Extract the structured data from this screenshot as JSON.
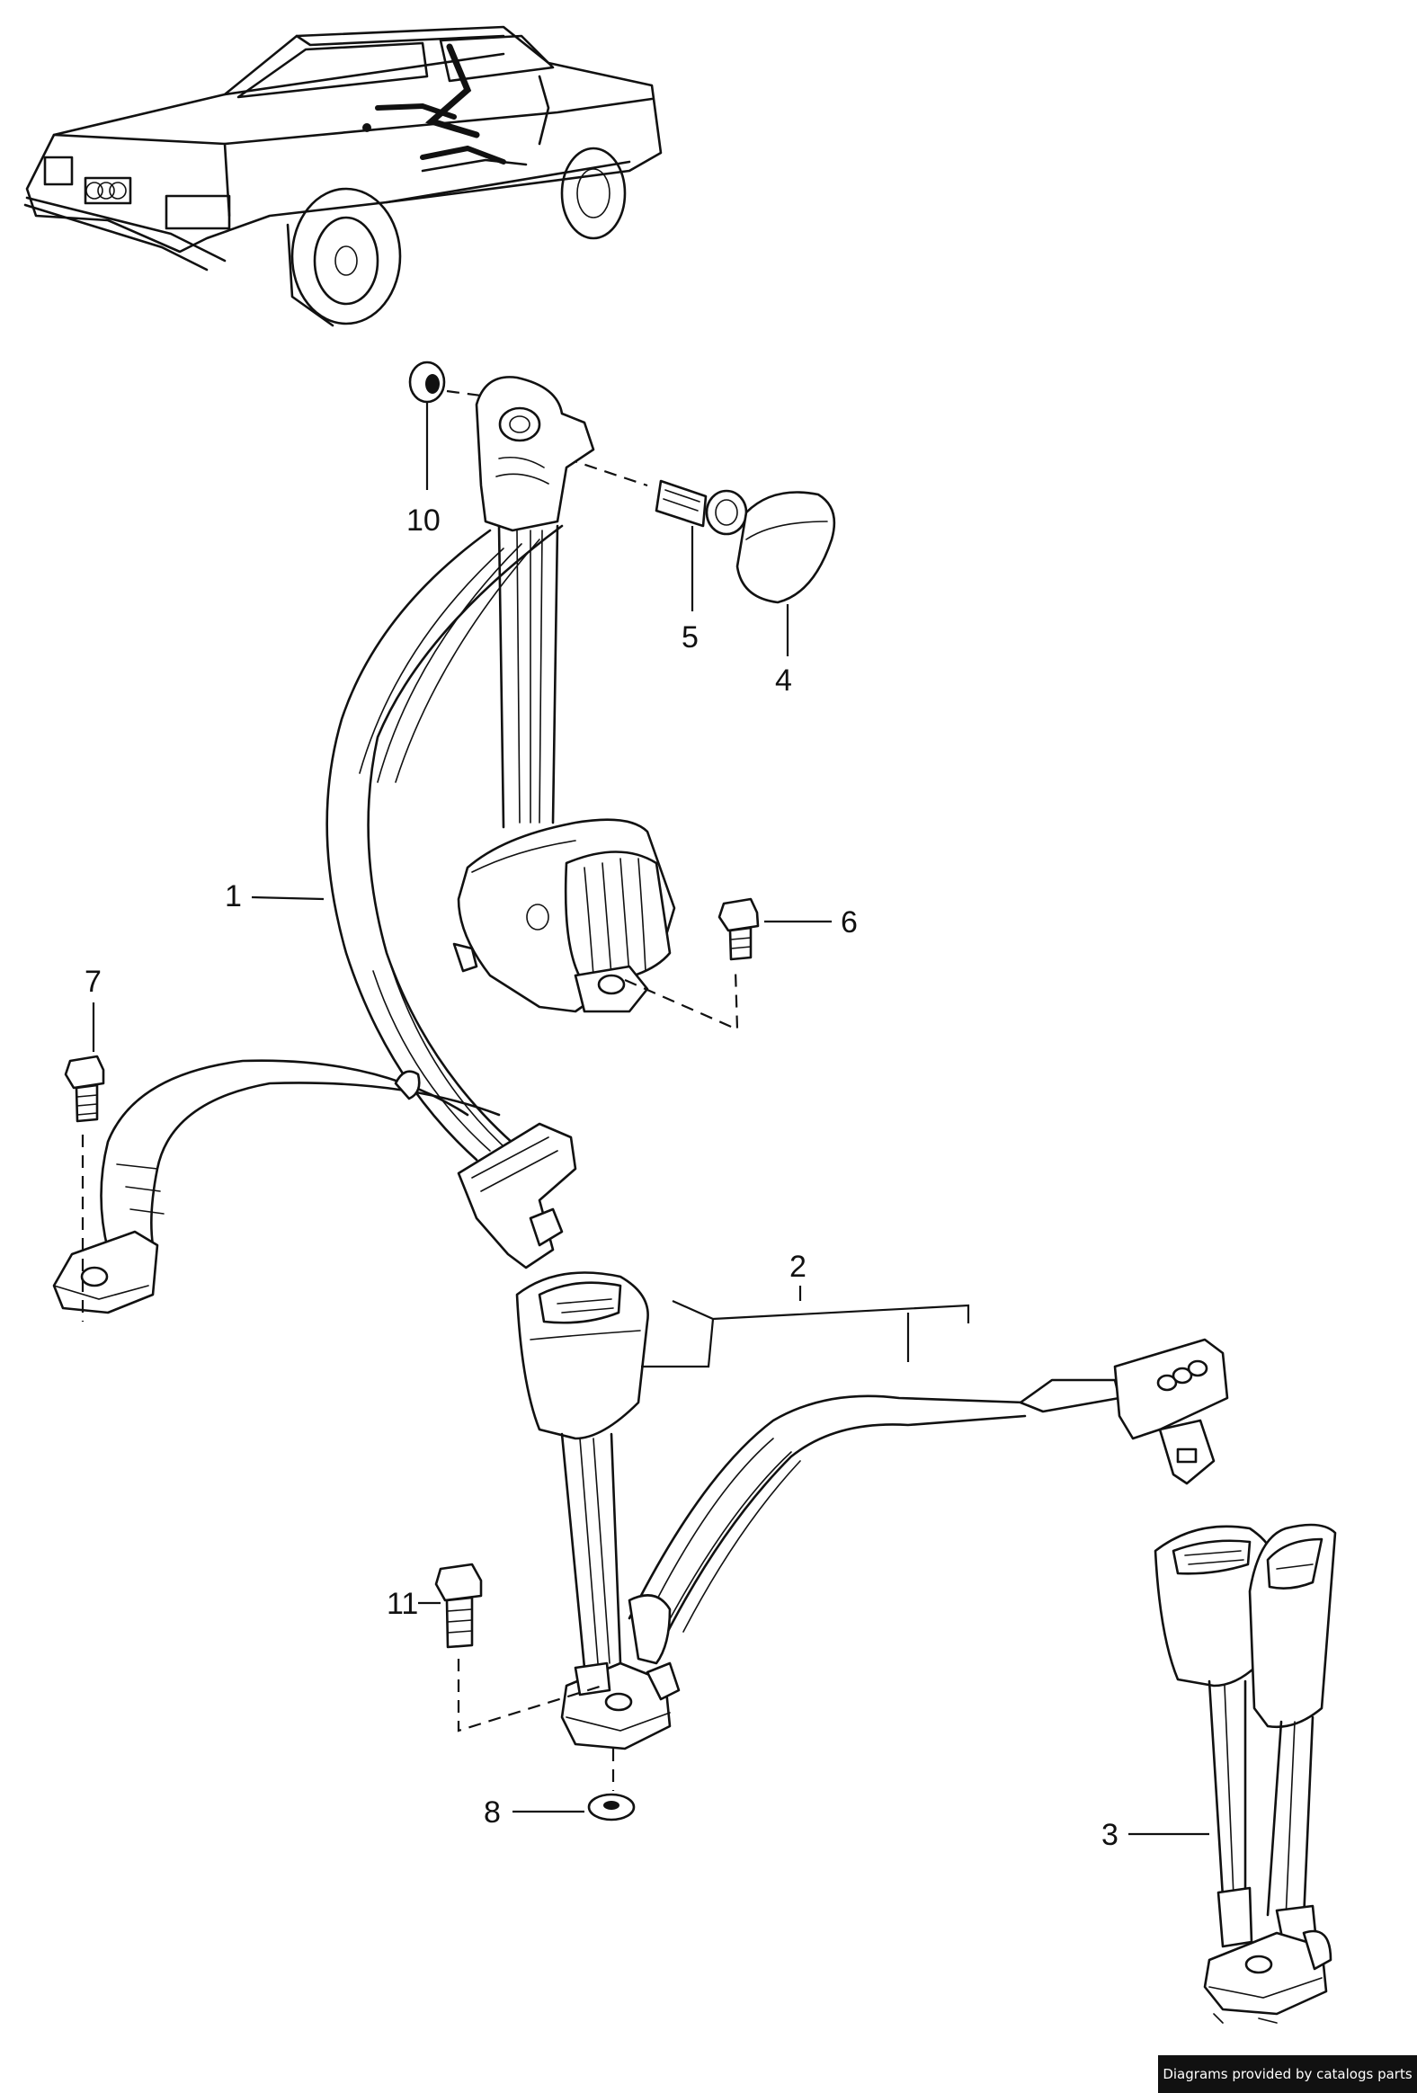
{
  "callouts": {
    "c1": "1",
    "c2": "2",
    "c3": "3",
    "c4": "4",
    "c5": "5",
    "c6": "6",
    "c7": "7",
    "c8": "8",
    "c10": "10",
    "c11": "11"
  },
  "credit": "Diagrams provided by catalogs parts"
}
